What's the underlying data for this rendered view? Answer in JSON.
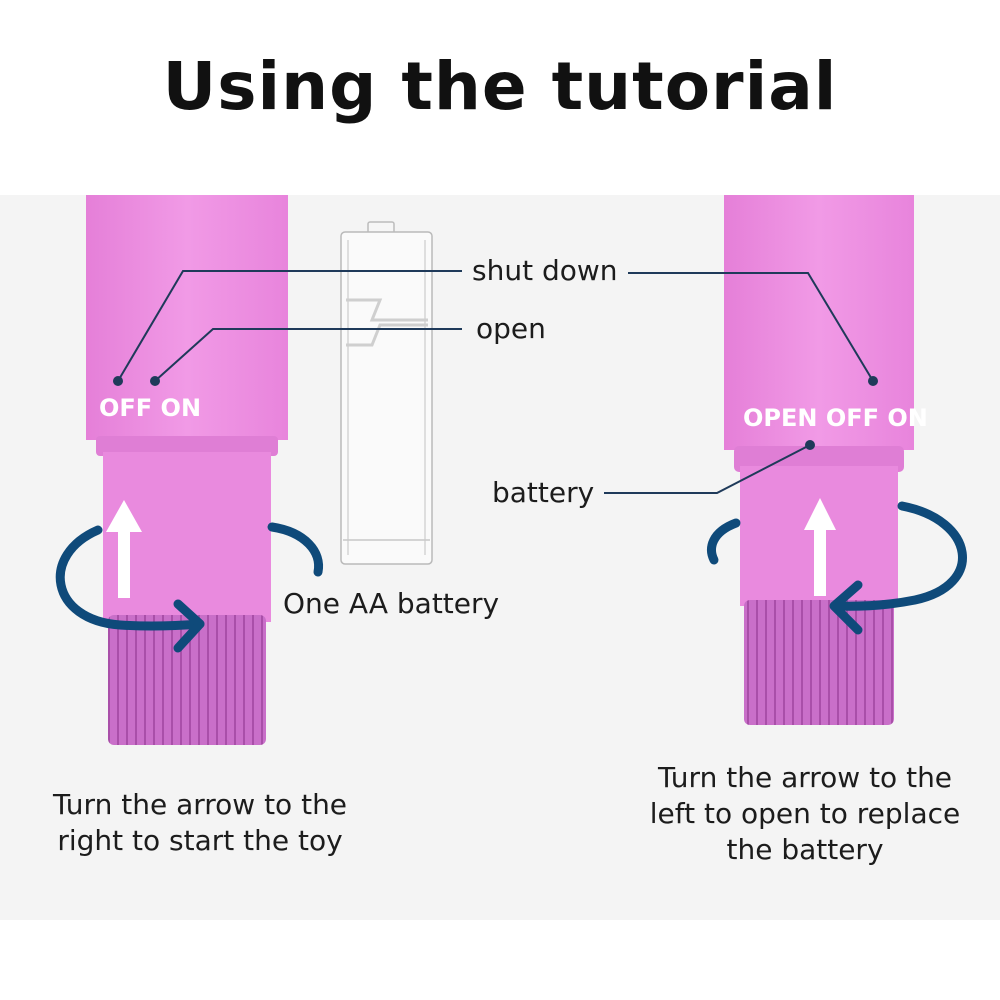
{
  "title": "Using the tutorial",
  "labels": {
    "shut_down": "shut down",
    "open": "open",
    "battery": "battery",
    "aa_battery": "One AA battery"
  },
  "device_markings": {
    "left": "OFF ON",
    "right": "OPEN OFF ON"
  },
  "captions": {
    "left": [
      "Turn the arrow to the",
      "right to start the toy"
    ],
    "right": [
      "Turn the arrow to the",
      "left to open to replace",
      "the battery"
    ]
  },
  "colors": {
    "device_pink": "#ee8fe0",
    "base_pink": "#c86fc8",
    "rotation_arrow": "#0f4a7a",
    "leader_line": "#1f3a5a",
    "panel_bg": "#f4f4f4"
  },
  "icons": [
    "rotation-arrow-clockwise-icon",
    "rotation-arrow-counterclockwise-icon",
    "up-arrow-icon",
    "aa-battery-icon"
  ]
}
